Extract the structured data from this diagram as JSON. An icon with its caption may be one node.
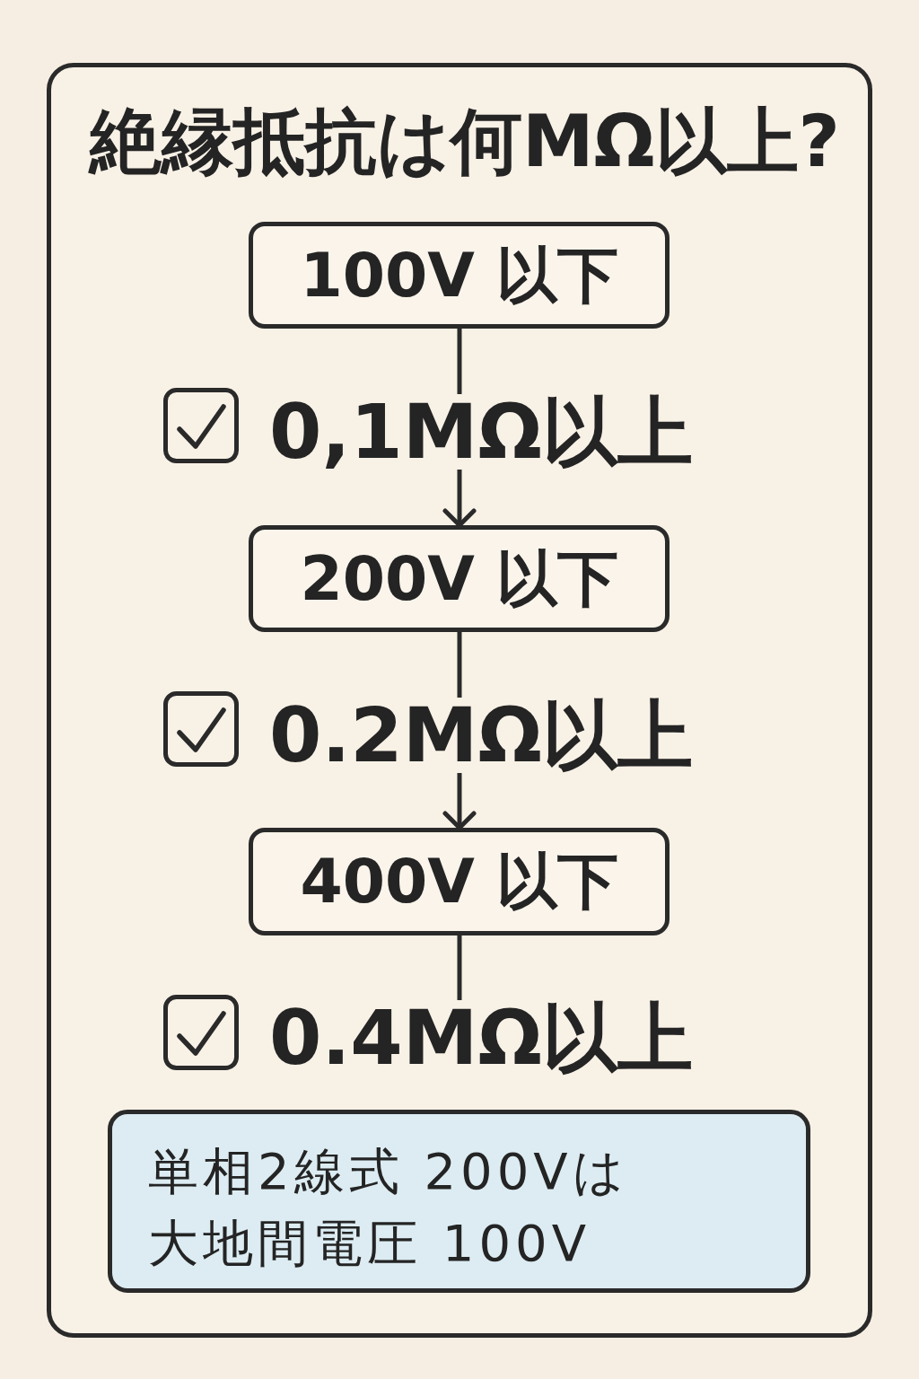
{
  "diagram": {
    "nodes": [
      {
        "text": [
          "絶縁抵抗は何MΩ以上?"
        ]
      },
      {
        "text": [
          "100V 以下"
        ],
        "in": 0
      },
      {
        "text": [
          "0,1MΩ以上"
        ],
        "in": 0
      },
      {
        "text": [
          "200V 以下"
        ],
        "in": 0
      },
      {
        "text": [
          "0.2MΩ以上"
        ],
        "in": 0
      },
      {
        "text": [
          "400V 以下"
        ],
        "in": 0
      },
      {
        "text": [
          "0.4MΩ以上"
        ],
        "in": 0
      },
      {
        "text": [
          "単相2線式 200Vは大地間電圧 100V"
        ],
        "in": 0
      }
    ],
    "edges": [
      {
        "from": 1,
        "to": 2,
        "arrow": "none"
      },
      {
        "from": 2,
        "to": 3,
        "arrow": "to"
      },
      {
        "from": 3,
        "to": 4,
        "arrow": "none"
      },
      {
        "from": 4,
        "to": 5,
        "arrow": "to"
      },
      {
        "from": 5,
        "to": 6,
        "arrow": "none"
      }
    ]
  }
}
